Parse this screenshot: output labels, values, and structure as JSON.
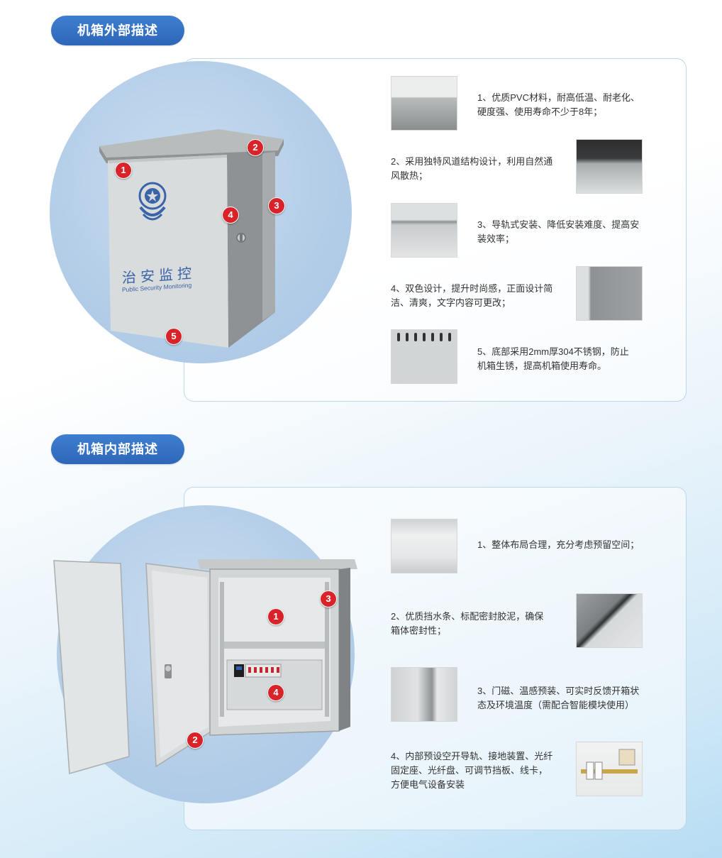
{
  "colors": {
    "pill": "#2e66b8",
    "badge": "#d9232b",
    "panel_border": "#bcd6ec",
    "circle": "#b3cde8",
    "text": "#333333"
  },
  "exterior": {
    "heading": "机箱外部描述",
    "cabinet": {
      "title": "治安监控",
      "subtitle": "Public Security Monitoring",
      "emblem_icon": "police-emblem-icon",
      "lock_icon": "key-lock-icon"
    },
    "badges": [
      "1",
      "2",
      "3",
      "4",
      "5"
    ],
    "features": [
      {
        "text": "1、优质PVC材料，耐高低温、耐老化、\n硬度强、使用寿命不少于8年；",
        "photo_icon": "pvc-material-photo"
      },
      {
        "text": "2、采用独特风道结构设计，利用自然通\n风散热；",
        "photo_icon": "air-duct-photo"
      },
      {
        "text": "3、导轨式安装、降低安装难度、提高安\n装效率；",
        "photo_icon": "rail-mount-photo"
      },
      {
        "text": "4、双色设计，提升时尚感，正面设计简\n洁、清爽，文字内容可更改；",
        "photo_icon": "two-tone-lock-photo"
      },
      {
        "text": "5、底部采用2mm厚304不锈钢，防止\n机箱生锈，提高机箱使用寿命。",
        "photo_icon": "vent-slots-photo"
      }
    ]
  },
  "interior": {
    "heading": "机箱内部描述",
    "badges": [
      "1",
      "2",
      "3",
      "4"
    ],
    "breaker_icon": "circuit-breaker-icon",
    "features": [
      {
        "text": "1、整体布局合理，充分考虑预留空间；",
        "photo_icon": "interior-layout-photo"
      },
      {
        "text": "2、优质挡水条、标配密封胶泥，确保\n箱体密封性；",
        "photo_icon": "water-seal-photo"
      },
      {
        "text": "3、门磁、温感预装、可实时反馈开箱状\n态及环境温度（需配合智能模块使用）",
        "photo_icon": "door-sensor-photo"
      },
      {
        "text": "4、内部预设空开导轨、接地装置、光纤\n固定座、光纤盘、可调节挡板、线卡，\n方便电气设备安装",
        "photo_icon": "rail-grounding-photo"
      }
    ]
  }
}
